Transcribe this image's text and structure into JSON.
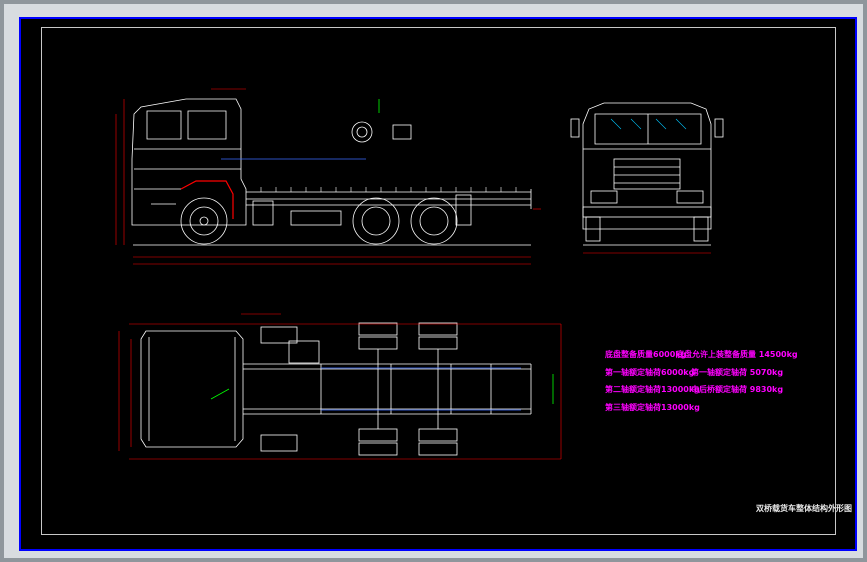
{
  "drawing": {
    "title": "双桥载货车整体结构外形图"
  },
  "specs": {
    "left": [
      "底盘整备质量6000kg",
      "第一轴额定轴荷6000kg",
      "第二轴额定轴荷13000kg",
      "第三轴额定轴荷13000kg"
    ],
    "right": [
      "底盘允许上装整备质量 14500kg",
      "第一轴额定轴荷 5070kg",
      "中后桥额定轴荷 9830kg"
    ]
  },
  "colors": {
    "canvas": "#000000",
    "frame": "#0000ff",
    "outline": "#ffffff",
    "dimension": "#ff0000",
    "annotation": "#3a6bff",
    "spec_text": "#ff00ff",
    "detail": "#00ff00",
    "cab_glass": "#00c8ff"
  }
}
